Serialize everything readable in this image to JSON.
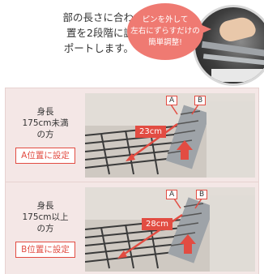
{
  "intro": {
    "lines": [
      "部の長さに合わ",
      "置を2段階に調",
      "ポートします。"
    ]
  },
  "bubble": {
    "lines": [
      "ピンを外して",
      "左右にずらすだけの",
      "簡単調整!"
    ]
  },
  "panels": [
    {
      "height_line1": "身長",
      "height_line2": "175cm未満",
      "height_line3": "の方",
      "setting": "A位置に設定",
      "length": "23cm",
      "marker_a": "A",
      "marker_b": "B"
    },
    {
      "height_line1": "身長",
      "height_line2": "175cm以上",
      "height_line3": "の方",
      "setting": "B位置に設定",
      "length": "28cm",
      "marker_a": "A",
      "marker_b": "B"
    }
  ],
  "colors": {
    "accent_red": "#e24c42",
    "bubble_pink": "#ef7a72",
    "panel_bg": "#f4e7e6"
  }
}
